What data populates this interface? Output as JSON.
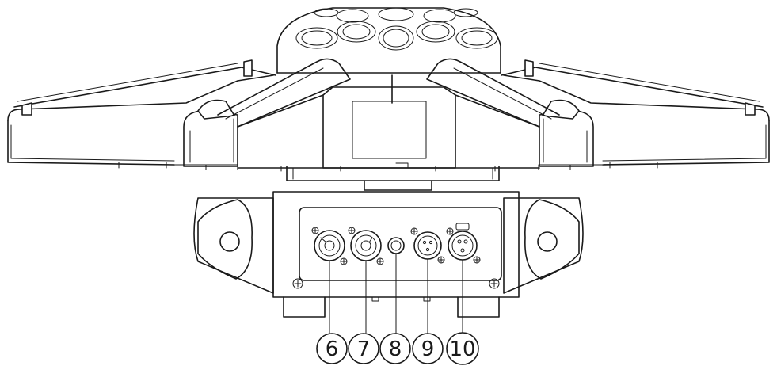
{
  "callouts": [
    {
      "label": "6",
      "connector": "powercon-in-connector"
    },
    {
      "label": "7",
      "connector": "powercon-out-connector"
    },
    {
      "label": "8",
      "connector": "fuse-holder"
    },
    {
      "label": "9",
      "connector": "dmx-in-connector"
    },
    {
      "label": "10",
      "connector": "dmx-out-connector"
    }
  ],
  "colors": {
    "line": "#1a1a1a",
    "background": "#ffffff"
  }
}
